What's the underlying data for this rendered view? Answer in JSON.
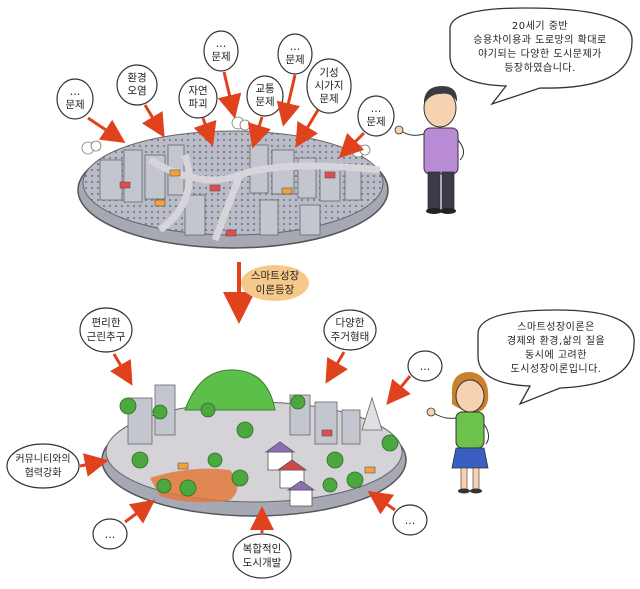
{
  "top_city": {
    "bubbles": [
      {
        "lines": [
          "…",
          "문제"
        ]
      },
      {
        "lines": [
          "환경",
          "오염"
        ]
      },
      {
        "lines": [
          "자연",
          "파괴"
        ]
      },
      {
        "lines": [
          "…",
          "문제"
        ]
      },
      {
        "lines": [
          "교통",
          "문제"
        ]
      },
      {
        "lines": [
          "…",
          "문제"
        ]
      },
      {
        "lines": [
          "기성",
          "시가지",
          "문제"
        ]
      },
      {
        "lines": [
          "…",
          "문제"
        ]
      }
    ],
    "speech": [
      "20세기 중반",
      "승용차이용과 도로망의 확대로",
      "야기되는 다양한 도시문제가",
      "등장하였습니다."
    ]
  },
  "transition_label": [
    "스마트성장",
    "이론등장"
  ],
  "bottom_city": {
    "bubbles": [
      {
        "lines": [
          "편리한",
          "근린추구"
        ]
      },
      {
        "lines": [
          "다양한",
          "주거형태"
        ]
      },
      {
        "lines": [
          "…"
        ]
      },
      {
        "lines": [
          "커뮤니티와의",
          "협력강화"
        ]
      },
      {
        "lines": [
          "…"
        ]
      },
      {
        "lines": [
          "복합적인",
          "도시개발"
        ]
      },
      {
        "lines": [
          "…"
        ]
      }
    ],
    "speech": [
      "스마트성장이론은",
      "경제와 환경,삶의 질을",
      "동시에 고려한",
      "도시성장이론입니다."
    ]
  },
  "colors": {
    "building": "#b9bcc6",
    "building_dark": "#8f93a0",
    "road": "#c9c7cc",
    "tree": "#4aa83f",
    "hill": "#5cbf4a",
    "arrow": "#e0421d",
    "label_bg": "#f6c98a",
    "man_shirt": "#b98ad6",
    "woman_shirt": "#6cc24a",
    "woman_skirt": "#3a5fc0"
  }
}
